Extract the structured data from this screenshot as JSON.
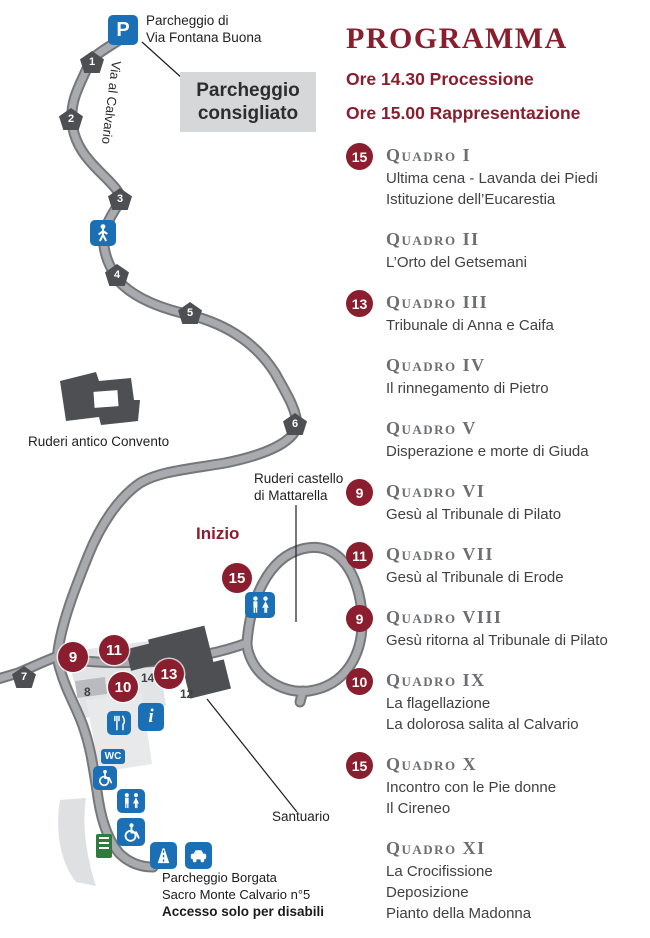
{
  "colors": {
    "maroon": "#8a1e2e",
    "blue": "#1a6fb5",
    "path_gray": "#a8aaad",
    "dark_gray": "#4d4f52"
  },
  "program": {
    "title": "PROGRAMMA",
    "times": [
      "Ore 14.30 Processione",
      "Ore 15.00 Rappresentazione"
    ],
    "items": [
      {
        "badge": "15",
        "title": "Quadro I",
        "lines": [
          "Ultima cena - Lavanda dei Piedi",
          "Istituzione dell’Eucarestia"
        ]
      },
      {
        "title": "Quadro II",
        "lines": [
          "L’Orto del Getsemani"
        ]
      },
      {
        "badge": "13",
        "title": "Quadro III",
        "lines": [
          "Tribunale di Anna e Caifa"
        ]
      },
      {
        "title": "Quadro IV",
        "lines": [
          "Il rinnegamento di Pietro"
        ]
      },
      {
        "title": "Quadro V",
        "lines": [
          "Disperazione e morte di Giuda"
        ]
      },
      {
        "badge": "9",
        "title": "Quadro VI",
        "lines": [
          "Gesù al Tribunale di Pilato"
        ]
      },
      {
        "badge": "11",
        "title": "Quadro VII",
        "lines": [
          "Gesù al Tribunale di Erode"
        ]
      },
      {
        "badge": "9",
        "title": "Quadro VIII",
        "lines": [
          "Gesù ritorna al Tribunale di Pilato"
        ]
      },
      {
        "badge": "10",
        "title": "Quadro IX",
        "lines": [
          "La flagellazione",
          "La dolorosa salita al Calvario"
        ]
      },
      {
        "badge": "15",
        "title": "Quadro X",
        "lines": [
          "Incontro con le Pie donne",
          "Il Cireneo"
        ]
      },
      {
        "title": "Quadro XI",
        "lines": [
          "La Crocifissione",
          "Deposizione",
          "Pianto della Madonna"
        ]
      }
    ]
  },
  "map": {
    "labels": {
      "fontana": [
        "Parcheggio di",
        "Via Fontana Buona"
      ],
      "consigliato": "Parcheggio consigliato",
      "via_al_calvario": "Via al Calvario",
      "convento": "Ruderi antico Convento",
      "castello": [
        "Ruderi castello",
        "di Mattarella"
      ],
      "inizio": "Inizio",
      "santuario": "Santuario",
      "borgata": [
        "Parcheggio Borgata",
        "Sacro Monte Calvario n°5"
      ],
      "accesso": "Accesso solo per disabili"
    },
    "stations": [
      "1",
      "2",
      "3",
      "4",
      "5",
      "6",
      "7"
    ],
    "plot_numbers": [
      "8",
      "14",
      "12"
    ],
    "badges": [
      "15",
      "9",
      "11",
      "10",
      "13"
    ],
    "icon_glyphs": {
      "parking": "P",
      "wc": "WC",
      "info": "i"
    }
  }
}
